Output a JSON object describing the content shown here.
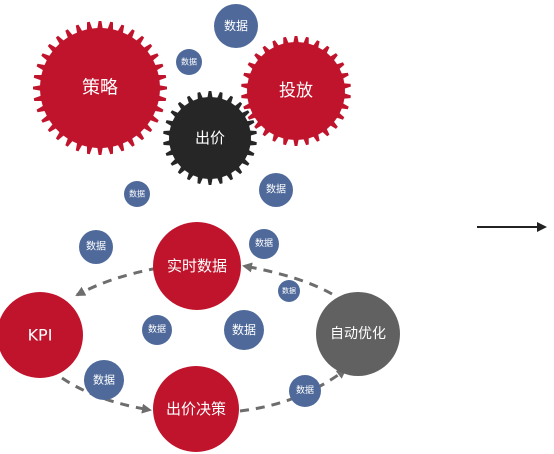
{
  "colors": {
    "red": "#c0142c",
    "black": "#262626",
    "gray": "#616161",
    "blue": "#4f6a9a",
    "arrow": "#6d6d6d",
    "right_arrow": "#222222"
  },
  "top_cluster": {
    "strategy": "策略",
    "delivery": "投放",
    "bidding": "出价",
    "data_small_1": "数据",
    "data_small_2": "数据",
    "data_small_3": "数据",
    "data_small_4": "数据"
  },
  "cycle": {
    "realtime_data": "实时数据",
    "kpi": "KPI",
    "auto_optimize": "自动优化",
    "bid_decision": "出价决策",
    "data_1": "数据",
    "data_2": "数据",
    "data_3": "数据",
    "data_4": "数据",
    "data_5": "数据",
    "data_6": "数据",
    "data_7": "数据"
  }
}
